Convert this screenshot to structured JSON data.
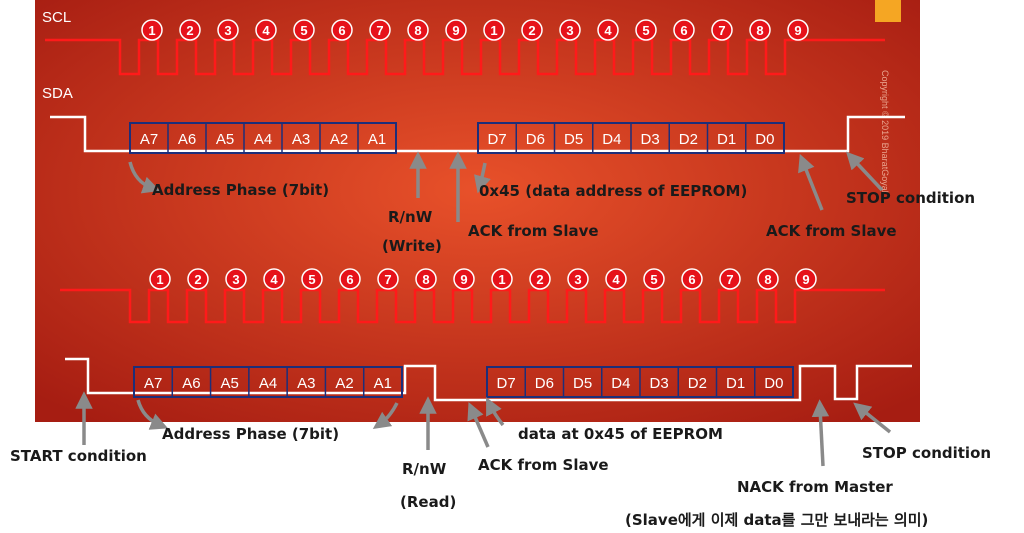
{
  "colors": {
    "panel_center": "#e8512a",
    "panel_edge": "#a61d12",
    "scl_line": "#ff1a1a",
    "sda_line": "#ffffff",
    "bit_box": "#1c2e7a",
    "number_badge": "#e6121a",
    "annotation_text": "#1a1a1a",
    "callout_arrow": "#8a8a8a",
    "corner_square": "#f5a623"
  },
  "labels": {
    "scl": "SCL",
    "sda": "SDA",
    "watermark": "Copyright © 2019 BharatGoyal"
  },
  "clock_numbers": [
    "1",
    "2",
    "3",
    "4",
    "5",
    "6",
    "7",
    "8",
    "9",
    "1",
    "2",
    "3",
    "4",
    "5",
    "6",
    "7",
    "8",
    "9"
  ],
  "write_frame": {
    "address_bits": [
      "A7",
      "A6",
      "A5",
      "A4",
      "A3",
      "A2",
      "A1"
    ],
    "data_bits": [
      "D7",
      "D6",
      "D5",
      "D4",
      "D3",
      "D2",
      "D1",
      "D0"
    ],
    "annotations": {
      "address_phase": "Address Phase (7bit)",
      "rw_label": "R/nW",
      "rw_value": "(Write)",
      "ack_slave_1": "ACK from Slave",
      "data_address": "0x45 (data address of EEPROM)",
      "ack_slave_2": "ACK from Slave",
      "stop": "STOP condition"
    }
  },
  "read_frame": {
    "address_bits": [
      "A7",
      "A6",
      "A5",
      "A4",
      "A3",
      "A2",
      "A1"
    ],
    "data_bits": [
      "D7",
      "D6",
      "D5",
      "D4",
      "D3",
      "D2",
      "D1",
      "D0"
    ],
    "annotations": {
      "start": "START condition",
      "address_phase": "Address Phase (7bit)",
      "rw_label": "R/nW",
      "rw_value": "(Read)",
      "ack_slave": "ACK from Slave",
      "data_at": "data at 0x45 of EEPROM",
      "nack_master": "NACK from Master",
      "nack_note": "(Slave에게 이제 data를 그만 보내라는 의미)",
      "stop": "STOP condition"
    }
  }
}
